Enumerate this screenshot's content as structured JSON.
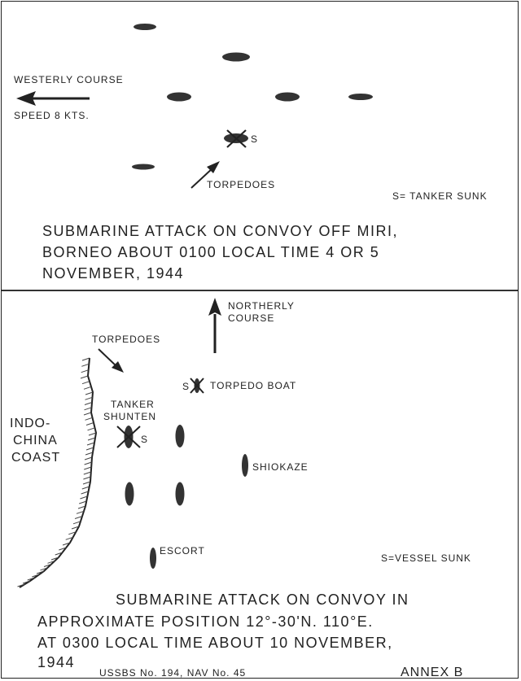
{
  "upper_panel": {
    "course_label": "WESTERLY COURSE",
    "speed_label": "SPEED 8 KTS.",
    "torpedoes_label": "TORPEDOES",
    "sunk_marker": "S",
    "legend": "S= TANKER SUNK",
    "title_lines": [
      "SUBMARINE ATTACK ON CONVOY OFF MIRI,",
      "BORNEO ABOUT 0100 LOCAL TIME 4 OR 5",
      "NOVEMBER, 1944"
    ]
  },
  "lower_panel": {
    "course_label_lines": [
      "NORTHERLY",
      "COURSE"
    ],
    "torpedoes_label": "TORPEDOES",
    "torpedo_boat_marker": "S",
    "torpedo_boat_label": "TORPEDO BOAT",
    "tanker_label_lines": [
      "TANKER",
      "SHUNTEN"
    ],
    "tanker_marker": "S",
    "coast_label_lines": [
      "INDO-",
      "CHINA",
      "COAST"
    ],
    "shiokaze_label": "SHIOKAZE",
    "escort_label": "ESCORT",
    "legend": "S=VESSEL SUNK",
    "title_lines": [
      "SUBMARINE ATTACK ON CONVOY IN",
      "APPROXIMATE POSITION 12°-30'N. 110°E.",
      "AT 0300 LOCAL TIME ABOUT 10 NOVEMBER,",
      "1944"
    ]
  },
  "footer": {
    "source": "USSBS No. 194, NAV No. 45",
    "annex": "ANNEX B"
  }
}
